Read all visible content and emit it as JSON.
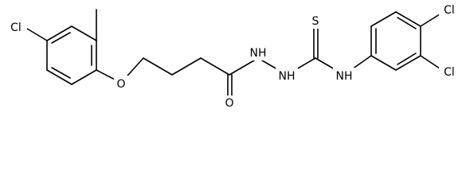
{
  "molecule": {
    "atom_labels": {
      "cl_left": "Cl",
      "o_ether": "O",
      "o_carbonyl": "O",
      "nh_hydrazide_1": "NH",
      "nh_hydrazide_2": "NH",
      "s_thione": "S",
      "nh_amine": "NH",
      "cl_right_top": "Cl",
      "cl_right_bottom": "Cl"
    },
    "colors": {
      "bond": "#000000",
      "label": "#000000",
      "background": "#ffffff"
    }
  }
}
